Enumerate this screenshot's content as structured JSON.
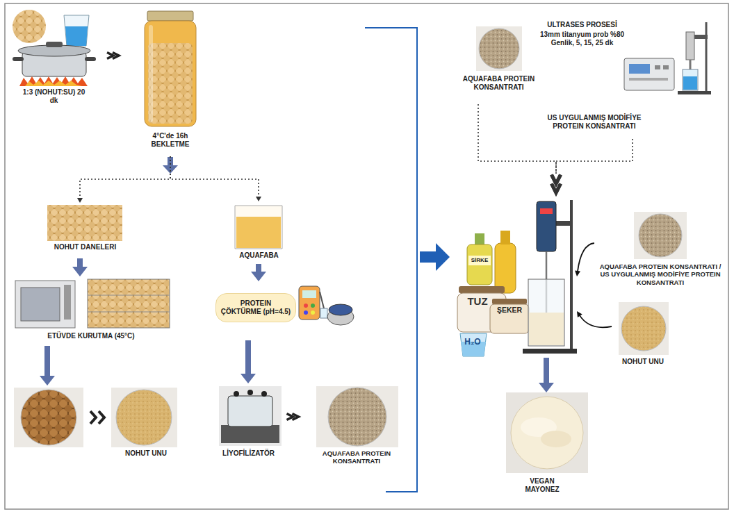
{
  "diagram": {
    "nodes": [
      {
        "text": [
          "1:3 (NOHUT:SU) 20 dk"
        ]
      },
      {
        "text": [
          "4°C'de 16h BEKLETME"
        ]
      },
      {
        "text": [
          "NOHUT DANELERI"
        ]
      },
      {
        "text": [
          "AQUAFABA"
        ]
      },
      {
        "text": [
          "ETÜVDE KURUTMA (45°C)"
        ]
      },
      {
        "text": [
          "PROTEIN ÇÖKTÜRME (pH=4.5)"
        ]
      },
      {
        "text": [
          "NOHUT UNU"
        ]
      },
      {
        "text": [
          "LİYOFİLİZATÖR"
        ]
      },
      {
        "text": [
          "AQUAFABA PROTEIN KONSANTRATI"
        ]
      },
      {
        "text": [
          "AQUAFABA PROTEIN KONSANTRATI"
        ]
      },
      {
        "text": [
          "ULTRASES PROSESİ",
          "13mm titanyum prob %80 Genlik, 5, 15, 25 dk"
        ]
      },
      {
        "text": [
          "US UYGULANMIŞ MODİFİYE PROTEIN KONSANTRATI"
        ]
      },
      {
        "text": [
          "SİRKE",
          "TUZ",
          "ŞEKER",
          "H₂O"
        ]
      },
      {
        "text": [
          "AQUAFABA PROTEIN KONSANTRATI / US UYGULANMIŞ MODİFİYE PROTEIN KONSANTRATI"
        ]
      },
      {
        "text": [
          "NOHUT UNU"
        ]
      },
      {
        "text": [
          "VEGAN MAYONEZ"
        ]
      }
    ],
    "edges": [
      {
        "from": 0,
        "to": 1,
        "arrow": "to"
      },
      {
        "from": 1,
        "to": 2,
        "arrow": "to"
      },
      {
        "from": 1,
        "to": 3,
        "arrow": "to"
      },
      {
        "from": 2,
        "to": 4,
        "arrow": "to"
      },
      {
        "from": 3,
        "to": 5,
        "arrow": "to"
      },
      {
        "from": 4,
        "to": 6,
        "arrow": "to"
      },
      {
        "from": 5,
        "to": 7,
        "arrow": "to"
      },
      {
        "from": 7,
        "to": 8,
        "arrow": "to"
      },
      {
        "from": 9,
        "to": 12,
        "arrow": "to"
      },
      {
        "from": 11,
        "to": 12,
        "arrow": "to"
      },
      {
        "from": 13,
        "to": 12,
        "arrow": "to"
      },
      {
        "from": 14,
        "to": 12,
        "arrow": "to"
      },
      {
        "from": 12,
        "to": 15,
        "arrow": "to"
      }
    ]
  }
}
